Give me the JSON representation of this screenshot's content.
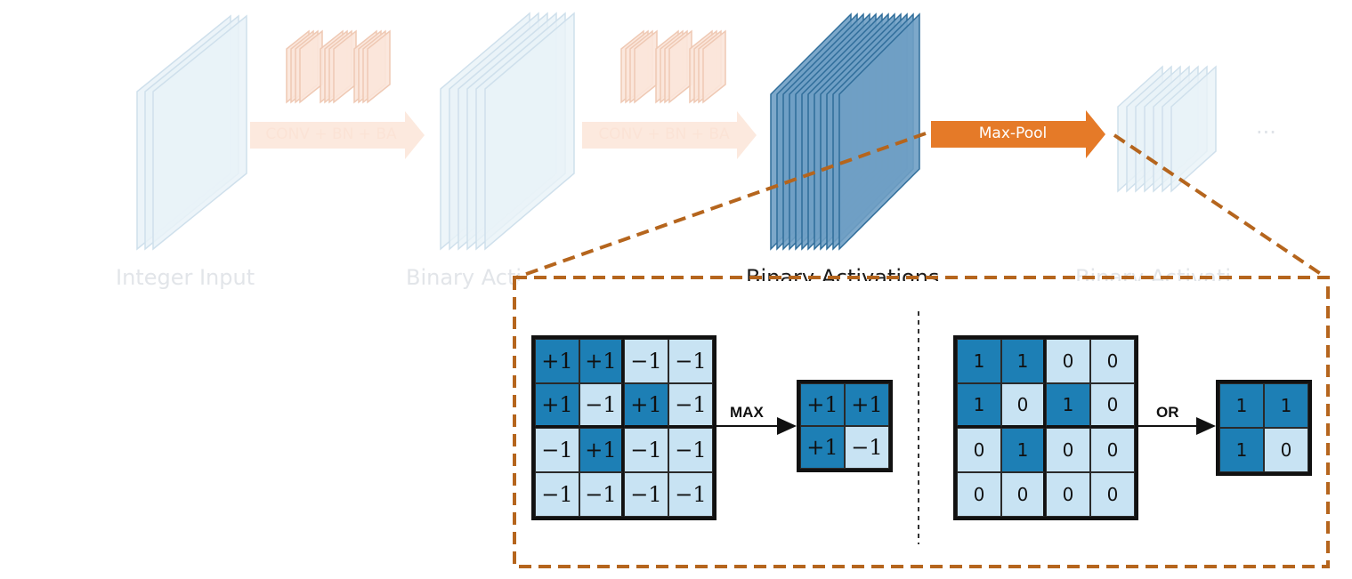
{
  "colors": {
    "stack_faded_fill": "#e9f2f8",
    "stack_faded_stroke": "#cfe0ec",
    "stack_active_fill": "#6f9ec4",
    "stack_active_stroke": "#2f6d9a",
    "filter_faded_fill": "#fbe6da",
    "filter_faded_stroke": "#efc9b4",
    "arrow_faded": "#fce9de",
    "arrow_active": "#e57a28",
    "dashed_frame": "#b5651d",
    "cell_high": "#1d7fb5",
    "cell_low": "#c8e3f3"
  },
  "pipeline": {
    "labels": {
      "integer_input": "Integer Input",
      "binary_activations_1": "Binary Acti",
      "binary_activations_2": "Binary Activations",
      "binary_activations_3": "Binary Activati"
    },
    "arrows": {
      "conv1": "CONV + BN + BA",
      "conv2": "CONV + BN + BA",
      "maxpool": "Max-Pool"
    },
    "ellipsis": "..."
  },
  "inset": {
    "left_example": {
      "input": [
        [
          "+1",
          "+1",
          "−1",
          "−1"
        ],
        [
          "+1",
          "−1",
          "+1",
          "−1"
        ],
        [
          "−1",
          "+1",
          "−1",
          "−1"
        ],
        [
          "−1",
          "−1",
          "−1",
          "−1"
        ]
      ],
      "operation": "MAX",
      "output": [
        [
          "+1",
          "+1"
        ],
        [
          "+1",
          "−1"
        ]
      ]
    },
    "right_example": {
      "input": [
        [
          "1",
          "1",
          "0",
          "0"
        ],
        [
          "1",
          "0",
          "1",
          "0"
        ],
        [
          "0",
          "1",
          "0",
          "0"
        ],
        [
          "0",
          "0",
          "0",
          "0"
        ]
      ],
      "operation": "OR",
      "output": [
        [
          "1",
          "1"
        ],
        [
          "1",
          "0"
        ]
      ]
    }
  }
}
